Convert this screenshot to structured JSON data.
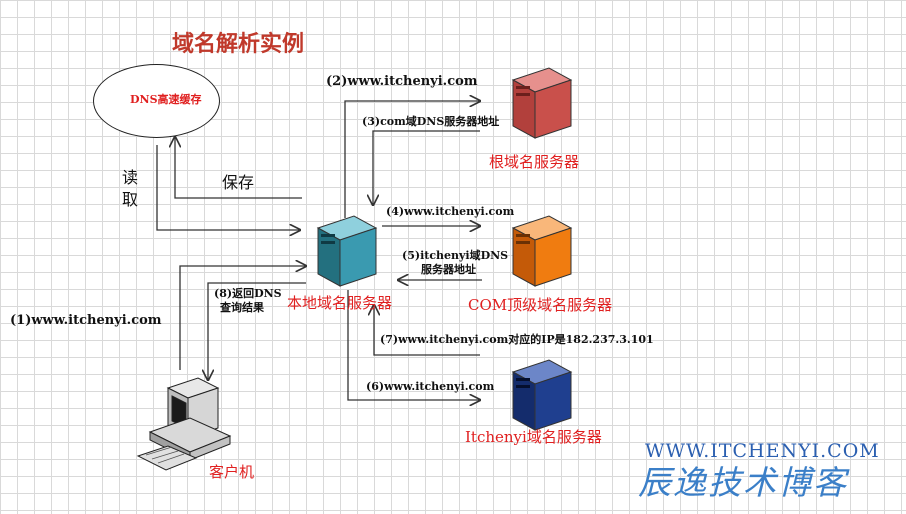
{
  "title": "域名解析实例",
  "cache": {
    "label": "DNS高速缓存"
  },
  "side_labels": {
    "read": "读\n取",
    "read_top": "读",
    "read_bottom": "取",
    "save": "保存"
  },
  "servers": {
    "root": {
      "label": "根域名服务器",
      "color": "#c0504d"
    },
    "local": {
      "label": "本地域名服务器",
      "color": "#31859c"
    },
    "com": {
      "label": "COM顶级域名服务器",
      "color": "#e46c0a"
    },
    "itchenyi": {
      "label": "Itchenyi域名服务器",
      "color": "#1f3f8f"
    }
  },
  "client": {
    "label": "客户机"
  },
  "steps": {
    "s1": "(1)www.itchenyi.com",
    "s2": "(2)www.itchenyi.com",
    "s3": "(3)com域DNS服务器地址",
    "s4": "(4)www.itchenyi.com",
    "s5_line1": "(5)itchenyi域DNS",
    "s5_line2": "服务器地址",
    "s6": "(6)www.itchenyi.com",
    "s7": "(7)www.itchenyi.com对应的IP是182.237.3.101",
    "s8_line1": "(8)返回DNS",
    "s8_line2": "查询结果"
  },
  "watermark": {
    "url": "WWW.ITCHENYI.COM",
    "name": "辰逸技术博客"
  }
}
